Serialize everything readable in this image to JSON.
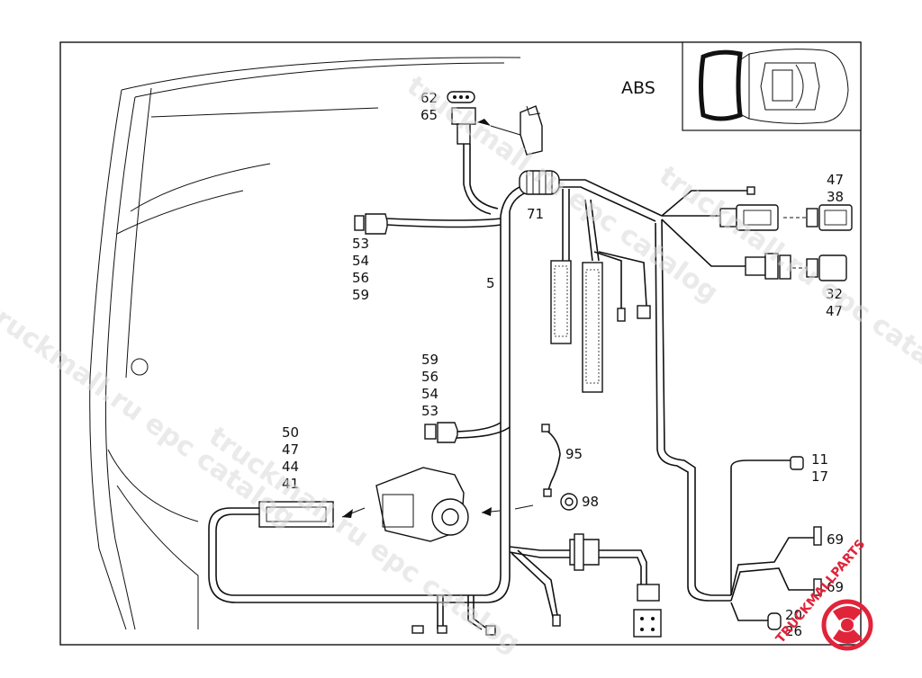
{
  "diagram": {
    "system_label": "ABS",
    "callouts": {
      "c62": "62",
      "c65": "65",
      "c71": "71",
      "c5": "5",
      "c53a": "53",
      "c54a": "54",
      "c56a": "56",
      "c59a": "59",
      "c59b": "59",
      "c56b": "56",
      "c54b": "54",
      "c53b": "53",
      "c50": "50",
      "c47a": "47",
      "c44": "44",
      "c41": "41",
      "c95": "95",
      "c98": "98",
      "c47b": "47",
      "c38": "38",
      "c32": "32",
      "c47c": "47",
      "c11": "11",
      "c17": "17",
      "c69a": "69",
      "c69b": "69",
      "c20": "20",
      "c26": "26"
    }
  },
  "watermark": {
    "text1": "truckmall.ru epc catalog",
    "text2": "truckmall.ru epc catalog",
    "text3": "truckmall.ru epc catalog",
    "text4": "truckmall.ru epc catalog"
  },
  "brand": {
    "name": "TRUCKMALLPARTS",
    "color": "#e0243a"
  }
}
